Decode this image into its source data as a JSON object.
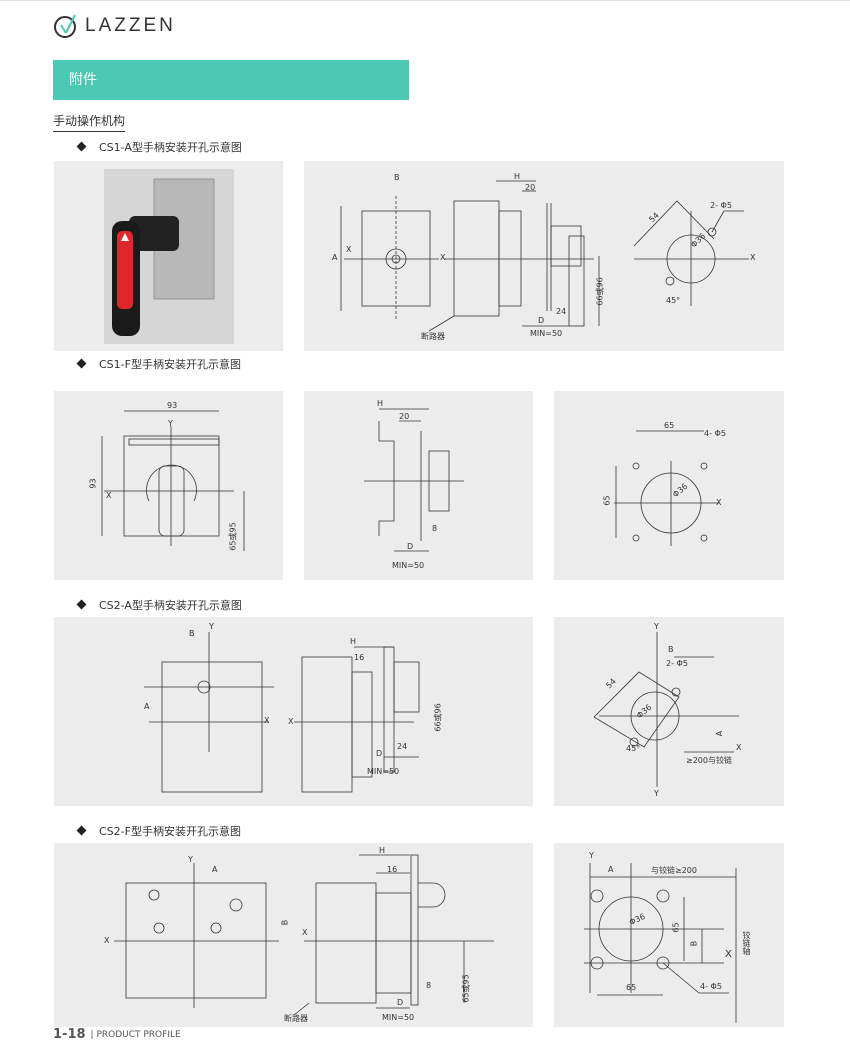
{
  "brand": {
    "name": "LAZZEN",
    "accent": "#4cc8b4"
  },
  "banner": {
    "title": "附件"
  },
  "section": {
    "title": "手动操作机构"
  },
  "subsections": [
    {
      "title": "CS1-A型手柄安装开孔示意图"
    },
    {
      "title": "CS1-F型手柄安装开孔示意图"
    },
    {
      "title": "CS2-A型手柄安装开孔示意图"
    },
    {
      "title": "CS2-F型手柄安装开孔示意图"
    }
  ],
  "labels": {
    "A": "A",
    "B": "B",
    "H": "H",
    "D": "D",
    "X": "X",
    "Y": "Y",
    "d20": "20",
    "d24": "24",
    "d16": "16",
    "d8": "8",
    "d54": "54",
    "d65": "65",
    "d93": "93",
    "min50": "MIN=50",
    "h66_96": "66或96",
    "h65_95": "65或95",
    "holes2": "2- Φ5",
    "holes4": "4- Φ5",
    "dia36": "Φ36",
    "ang45": "45°",
    "breaker": "断路器",
    "hinge200a": "≥200与铰链",
    "hinge200b": "与铰链≥200",
    "hinge_axis": "铰链轴"
  },
  "footer": {
    "page": "1-18",
    "text": "PRODUCT PROFILE"
  }
}
